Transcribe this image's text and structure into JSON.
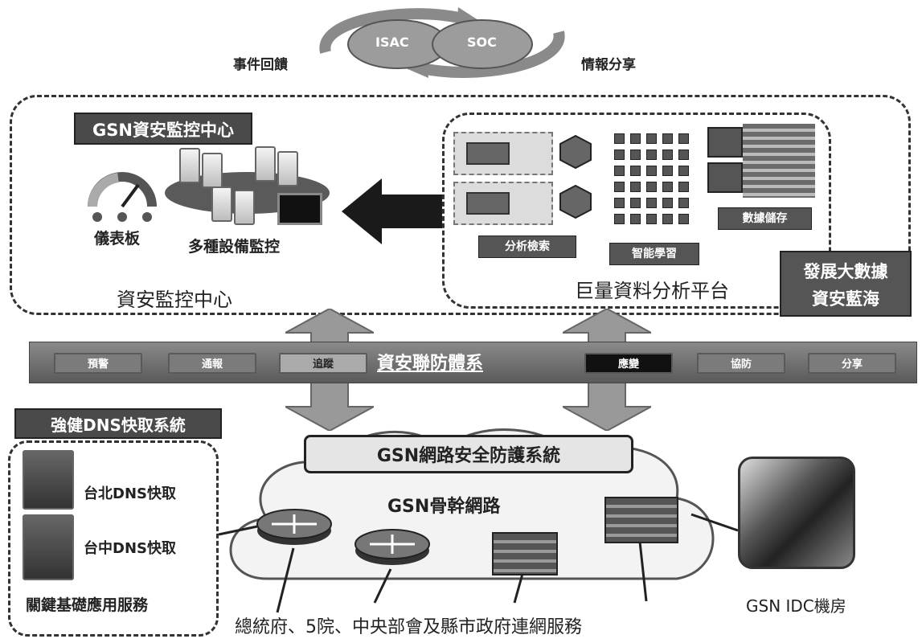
{
  "top_cycle": {
    "left_text": "事件回饋",
    "right_text": "情報分享",
    "isac": "ISAC",
    "soc": "SOC"
  },
  "soc_center": {
    "title": "GSN資安監控中心",
    "dashboard": "儀表板",
    "multi_device": "多種設備監控",
    "caption": "資安監控中心"
  },
  "bigdata": {
    "analysis_search": "分析檢索",
    "smart_learning": "智能學習",
    "data_storage": "數據儲存",
    "caption": "巨量資料分析平台",
    "badge_line1": "發展大數據",
    "badge_line2": "資安藍海"
  },
  "joint_defense": {
    "title": "資安聯防體系",
    "items": [
      "預警",
      "通報",
      "追蹤",
      "應變",
      "協防",
      "分享"
    ]
  },
  "dns": {
    "title": "強健DNS快取系統",
    "taipei": "台北DNS快取",
    "taichung": "台中DNS快取",
    "caption": "關鍵基礎應用服務"
  },
  "gsn_network": {
    "protection": "GSN網路安全防護系統",
    "backbone": "GSN骨幹網路",
    "caption": "總統府、5院、中央部會及縣市政府連網服務"
  },
  "idc": {
    "caption": "GSN IDC機房"
  }
}
